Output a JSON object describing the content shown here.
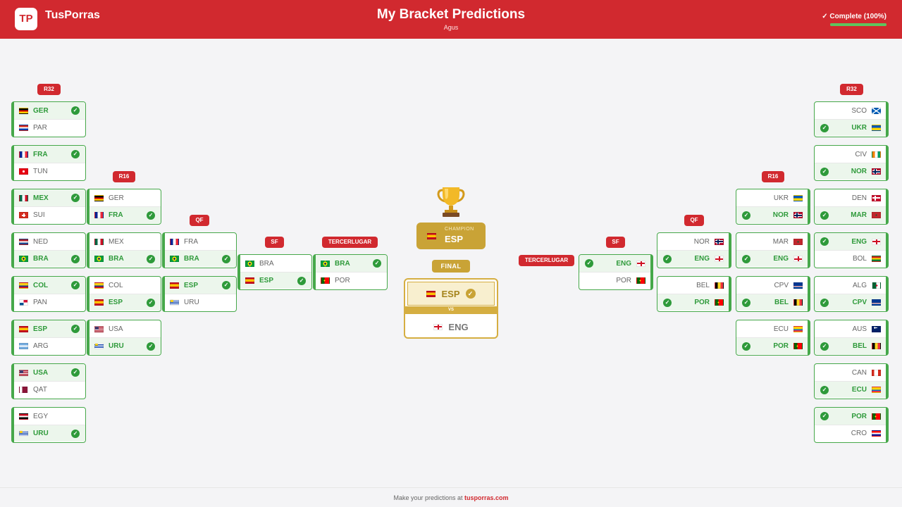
{
  "header": {
    "logo": "TP",
    "brand": "TusPorras",
    "title": "My Bracket Predictions",
    "user": "Agus",
    "status": "✓ Complete (100%)",
    "progress": 1.0
  },
  "rounds": {
    "r32": "R32",
    "r16": "R16",
    "qf": "QF",
    "sf": "SF",
    "third": "TERCERLUGAR",
    "final": "FINAL"
  },
  "left": {
    "r32": [
      {
        "t1": "GER",
        "t2": "PAR",
        "winner": 1
      },
      {
        "t1": "FRA",
        "t2": "TUN",
        "winner": 1
      },
      {
        "t1": "MEX",
        "t2": "SUI",
        "winner": 1
      },
      {
        "t1": "NED",
        "t2": "BRA",
        "winner": 2
      },
      {
        "t1": "COL",
        "t2": "PAN",
        "winner": 1
      },
      {
        "t1": "ESP",
        "t2": "ARG",
        "winner": 1
      },
      {
        "t1": "USA",
        "t2": "QAT",
        "winner": 1
      },
      {
        "t1": "EGY",
        "t2": "URU",
        "winner": 2
      }
    ],
    "r16": [
      {
        "t1": "GER",
        "t2": "FRA",
        "winner": 2
      },
      {
        "t1": "MEX",
        "t2": "BRA",
        "winner": 2
      },
      {
        "t1": "COL",
        "t2": "ESP",
        "winner": 2
      },
      {
        "t1": "USA",
        "t2": "URU",
        "winner": 2
      }
    ],
    "qf": [
      {
        "t1": "FRA",
        "t2": "BRA",
        "winner": 2
      },
      {
        "t1": "ESP",
        "t2": "URU",
        "winner": 1
      }
    ],
    "sf": [
      {
        "t1": "BRA",
        "t2": "ESP",
        "winner": 2
      }
    ],
    "third": [
      {
        "t1": "BRA",
        "t2": "POR",
        "winner": 1
      }
    ]
  },
  "right": {
    "r32": [
      {
        "t1": "SCO",
        "t2": "UKR",
        "winner": 2
      },
      {
        "t1": "CIV",
        "t2": "NOR",
        "winner": 2
      },
      {
        "t1": "DEN",
        "t2": "MAR",
        "winner": 2
      },
      {
        "t1": "ENG",
        "t2": "BOL",
        "winner": 1
      },
      {
        "t1": "ALG",
        "t2": "CPV",
        "winner": 2
      },
      {
        "t1": "AUS",
        "t2": "BEL",
        "winner": 2
      },
      {
        "t1": "CAN",
        "t2": "ECU",
        "winner": 2
      },
      {
        "t1": "POR",
        "t2": "CRO",
        "winner": 1
      }
    ],
    "r16": [
      {
        "t1": "UKR",
        "t2": "NOR",
        "winner": 2
      },
      {
        "t1": "MAR",
        "t2": "ENG",
        "winner": 2
      },
      {
        "t1": "CPV",
        "t2": "BEL",
        "winner": 2
      },
      {
        "t1": "ECU",
        "t2": "POR",
        "winner": 2
      }
    ],
    "qf": [
      {
        "t1": "NOR",
        "t2": "ENG",
        "winner": 2
      },
      {
        "t1": "BEL",
        "t2": "POR",
        "winner": 2
      }
    ],
    "sf": [
      {
        "t1": "ENG",
        "t2": "POR",
        "winner": 1
      }
    ]
  },
  "center": {
    "champion_label": "CHAMPION",
    "champion": "ESP",
    "final_team1": "ESP",
    "final_team2": "ENG",
    "vs": "VS"
  },
  "footer": {
    "text": "Make your predictions at",
    "link": "tusporras.com"
  },
  "colors": {
    "brand_red": "#d1292f",
    "winner_green": "#2e9a3a",
    "gold": "#c9a336"
  }
}
